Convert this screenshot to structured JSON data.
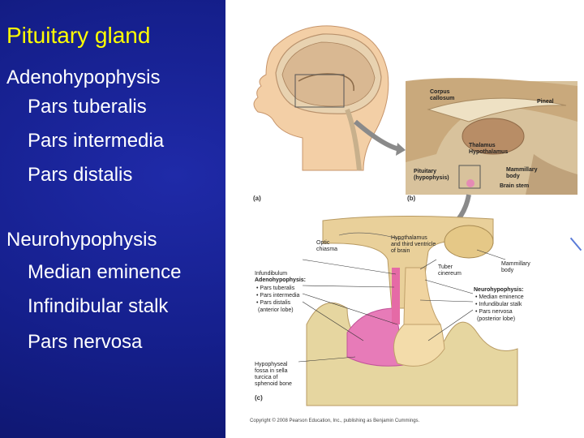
{
  "slide": {
    "title": "Pituitary gland",
    "adeno": {
      "heading": "Adenohypophysis",
      "items": [
        "Pars tuberalis",
        "Pars intermedia",
        "Pars distalis"
      ]
    },
    "neuro": {
      "heading": "Neurohypophysis",
      "items": [
        "Median eminence",
        "Infindibular stalk",
        "Pars nervosa"
      ]
    },
    "colors": {
      "title": "#ffff00",
      "background": "#151f8c",
      "text": "#ffffff"
    }
  },
  "figure": {
    "captions": {
      "a": "(a)",
      "b": "(b)",
      "c": "(c)"
    },
    "labels_b": {
      "corpus": "Corpus",
      "callosum": "callosum",
      "pineal": "Pineal",
      "thalamus": "Thalamus",
      "hypothalamus": "Hypothalamus",
      "pituitary": "Pituitary",
      "hypophysis": "(hypophysis)",
      "mammillary": "Mammillary",
      "body": "body",
      "brainstem": "Brain stem"
    },
    "labels_c": {
      "optic": "Optic",
      "chiasma": "chiasma",
      "hypo3": "Hypothalamus",
      "third": "and third ventricle",
      "ofbrain": "of brain",
      "infundibulum": "Infundibulum",
      "adeno_title": "Adenohypophysis:",
      "adeno_items": [
        "• Pars tuberalis",
        "• Pars intermedia",
        "• Pars distalis"
      ],
      "adeno_note": "(anterior lobe)",
      "tuber": "Tuber",
      "cinereum": "cinereum",
      "mammillary": "Mammillary",
      "body": "body",
      "neuro_title": "Neurohypophysis:",
      "neuro_items": [
        "• Median eminence",
        "• Infundibular stalk",
        "• Pars nervosa"
      ],
      "neuro_note": "(posterior lobe)",
      "fossa": [
        "Hypophyseal",
        "fossa in sella",
        "turcica of",
        "sphenoid bone"
      ]
    },
    "copyright": "Copyright © 2008 Pearson Education, Inc., publishing as Benjamin Cummings."
  }
}
